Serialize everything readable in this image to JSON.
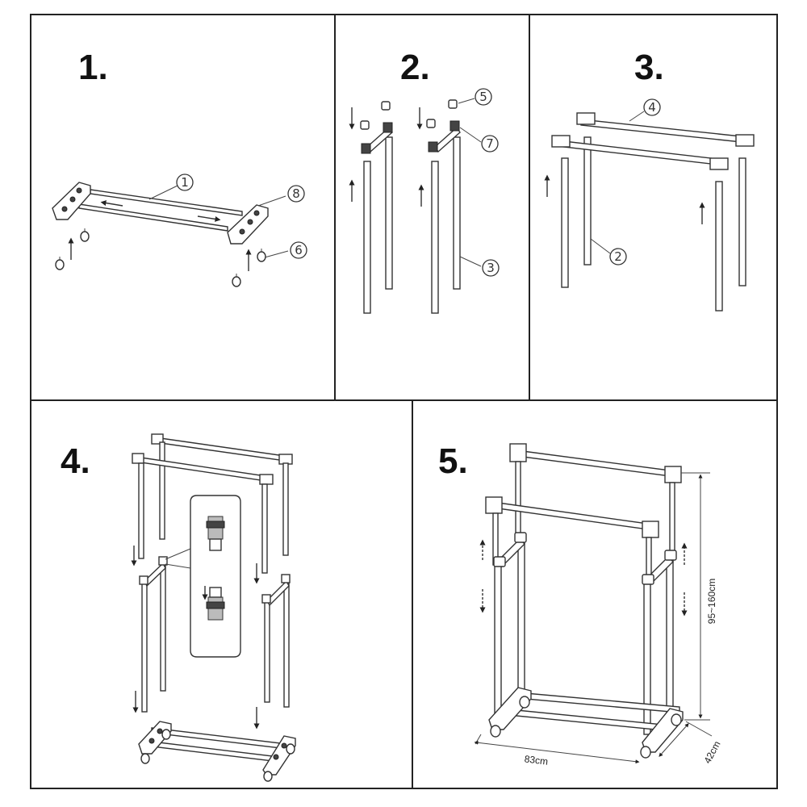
{
  "steps": [
    {
      "number": "1."
    },
    {
      "number": "2."
    },
    {
      "number": "3."
    },
    {
      "number": "4."
    },
    {
      "number": "5."
    }
  ],
  "callouts": {
    "p1_c1": "1",
    "p1_c8": "8",
    "p1_c6": "6",
    "p2_c5": "5",
    "p2_c7": "7",
    "p2_c3": "3",
    "p3_c4": "4",
    "p3_c2": "2"
  },
  "dimensions": {
    "height": "95~160cm",
    "width": "83cm",
    "depth": "42cm"
  }
}
